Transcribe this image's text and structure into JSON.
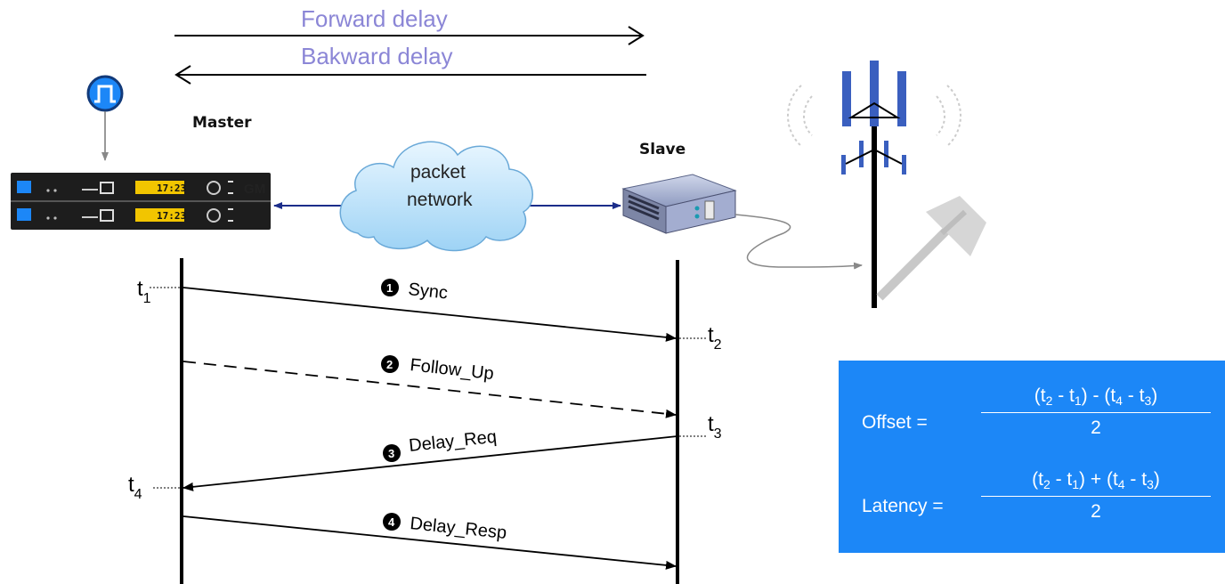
{
  "delays": {
    "forward": "Forward delay",
    "backward": "Bakward delay"
  },
  "nodes": {
    "master": "Master",
    "slave": "Slave",
    "cloud_line1": "packet",
    "cloud_line2": "network"
  },
  "device": {
    "lcd_time": "17:23",
    "gm": "GM"
  },
  "messages": [
    {
      "num": "1",
      "label": "Sync"
    },
    {
      "num": "2",
      "label": "Follow_Up"
    },
    {
      "num": "3",
      "label": "Delay_Req"
    },
    {
      "num": "4",
      "label": "Delay_Resp"
    }
  ],
  "timestamps": [
    {
      "base": "t",
      "sub": "1"
    },
    {
      "base": "t",
      "sub": "2"
    },
    {
      "base": "t",
      "sub": "3"
    },
    {
      "base": "t",
      "sub": "4"
    }
  ],
  "formulas": {
    "offset_label": "Offset =",
    "latency_label": "Latency =",
    "denominator": "2",
    "num_open": "(t",
    "minus_sep": " - t",
    "pair_close_minus": ") - (t",
    "pair_close_plus": ") + (t",
    "close": ")",
    "sub1": "1",
    "sub2": "2",
    "sub3": "3",
    "sub4": "4"
  },
  "colors": {
    "delay_text": "#8b86d6",
    "link": "#1b2d8a",
    "formula_bg": "#1c87f7",
    "antenna": "#3a5fbf"
  },
  "icons": [
    "clock-pulse-icon",
    "cell-tower-icon",
    "microwave-dish-icon"
  ]
}
